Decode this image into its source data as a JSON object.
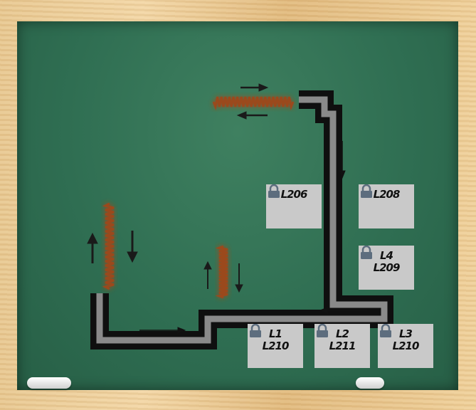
{
  "colors": {
    "board": "#2f6e52",
    "frame": "#e9c992",
    "track_border": "#111111",
    "track_fill": "#808080",
    "spring": "#9b4a1e",
    "tile": "#c9c9c9",
    "lock": "#5d6d7e"
  },
  "levels": [
    {
      "id": "level-L206",
      "lines": [
        "L206"
      ],
      "locked": true,
      "icon": "lock-icon"
    },
    {
      "id": "level-L208",
      "lines": [
        "L208"
      ],
      "locked": true,
      "icon": "lock-icon"
    },
    {
      "id": "level-L4-L209",
      "lines": [
        "L4",
        "L209"
      ],
      "locked": true,
      "icon": "lock-icon"
    },
    {
      "id": "level-L1-L210",
      "lines": [
        "L1",
        "L210"
      ],
      "locked": true,
      "icon": "lock-icon"
    },
    {
      "id": "level-L2-L211",
      "lines": [
        "L2",
        "L211"
      ],
      "locked": true,
      "icon": "lock-icon"
    },
    {
      "id": "level-L3-L210",
      "lines": [
        "L3",
        "L210"
      ],
      "locked": true,
      "icon": "lock-icon"
    }
  ]
}
